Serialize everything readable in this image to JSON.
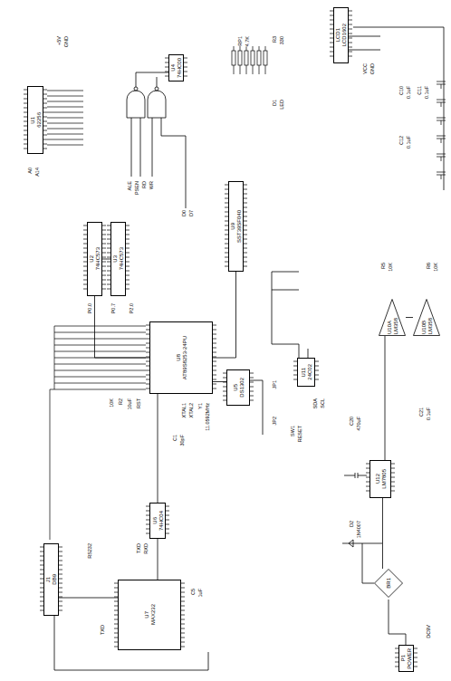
{
  "diagram": {
    "nodes": [
      {
        "text": [
          "U8",
          "AT89S8253-24PU"
        ]
      },
      {
        "text": [
          "U2",
          "74HC573"
        ]
      },
      {
        "text": [
          "U3",
          "74HC573"
        ]
      },
      {
        "text": [
          "U1",
          "62256"
        ]
      },
      {
        "text": [
          "U4",
          "74HC00"
        ]
      },
      {
        "text": [
          "U9",
          "SST39SF040"
        ]
      },
      {
        "text": [
          "U7",
          "MAX232"
        ]
      },
      {
        "text": [
          "U6",
          "74HC04"
        ]
      },
      {
        "text": [
          "U5",
          "DS1302"
        ]
      },
      {
        "text": [
          "U11",
          "24C02"
        ]
      },
      {
        "text": [
          "U12",
          "LM7805"
        ]
      },
      {
        "text": [
          "BR1"
        ]
      },
      {
        "text": [
          "U10A",
          "LM358"
        ]
      },
      {
        "text": [
          "U10B",
          "LM358"
        ]
      },
      {
        "text": [
          "LCD1",
          "LCD1602"
        ]
      },
      {
        "text": [
          "J1",
          "DB9"
        ]
      },
      {
        "text": [
          "P1",
          "POWER"
        ]
      }
    ],
    "edges": [
      {
        "from": 0,
        "to": 1,
        "arrow": "none"
      },
      {
        "from": 1,
        "to": 2,
        "arrow": "none"
      },
      {
        "from": 0,
        "to": 5,
        "arrow": "none"
      },
      {
        "from": 0,
        "to": 8,
        "arrow": "none"
      },
      {
        "from": 0,
        "to": 7,
        "arrow": "none"
      },
      {
        "from": 7,
        "to": 6,
        "arrow": "none"
      },
      {
        "from": 6,
        "to": 15,
        "arrow": "none"
      },
      {
        "from": 11,
        "to": 10,
        "arrow": "none"
      },
      {
        "from": 10,
        "to": 12,
        "arrow": "none"
      },
      {
        "from": 12,
        "to": 13,
        "arrow": "none"
      }
    ],
    "labels": [
      "+5V",
      "GND",
      "ALE",
      "PSEN",
      "RD",
      "WR",
      "P0.0",
      "P0.7",
      "P2.0",
      "RST",
      "R2",
      "10K",
      "10uF",
      "XTAL1",
      "XTAL2",
      "Y1",
      "11.0592MHz",
      "C1",
      "30pF",
      "TXD",
      "RXD",
      "C5",
      "1uF",
      "RS232",
      "TXD",
      "SW1",
      "RESET",
      "RP1",
      "4.7K",
      "R3",
      "330",
      "D1",
      "LED",
      "C10",
      "0.1uF",
      "C11",
      "0.1uF",
      "C12",
      "0.1uF",
      "VCC",
      "GND",
      "C20",
      "470uF",
      "C21",
      "0.1uF",
      "D2",
      "1N4007",
      "DC9V",
      "R5",
      "10K",
      "R6",
      "10K",
      "JP1",
      "JP2",
      "SDA",
      "SCL",
      "A0",
      "A14",
      "D0",
      "D7"
    ]
  }
}
